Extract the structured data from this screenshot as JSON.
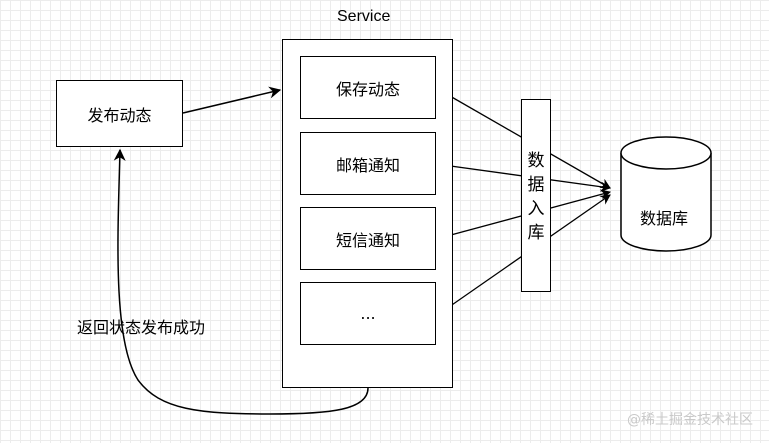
{
  "service": {
    "title": "Service"
  },
  "nodes": {
    "publish": "发布动态",
    "save": "保存动态",
    "email": "邮箱通知",
    "sms": "短信通知",
    "more": "...",
    "store_chars": [
      "数",
      "据",
      "入",
      "库"
    ],
    "database": "数据库"
  },
  "edges": {
    "return_label": "返回状态发布成功"
  },
  "watermark": "@稀土掘金技术社区"
}
